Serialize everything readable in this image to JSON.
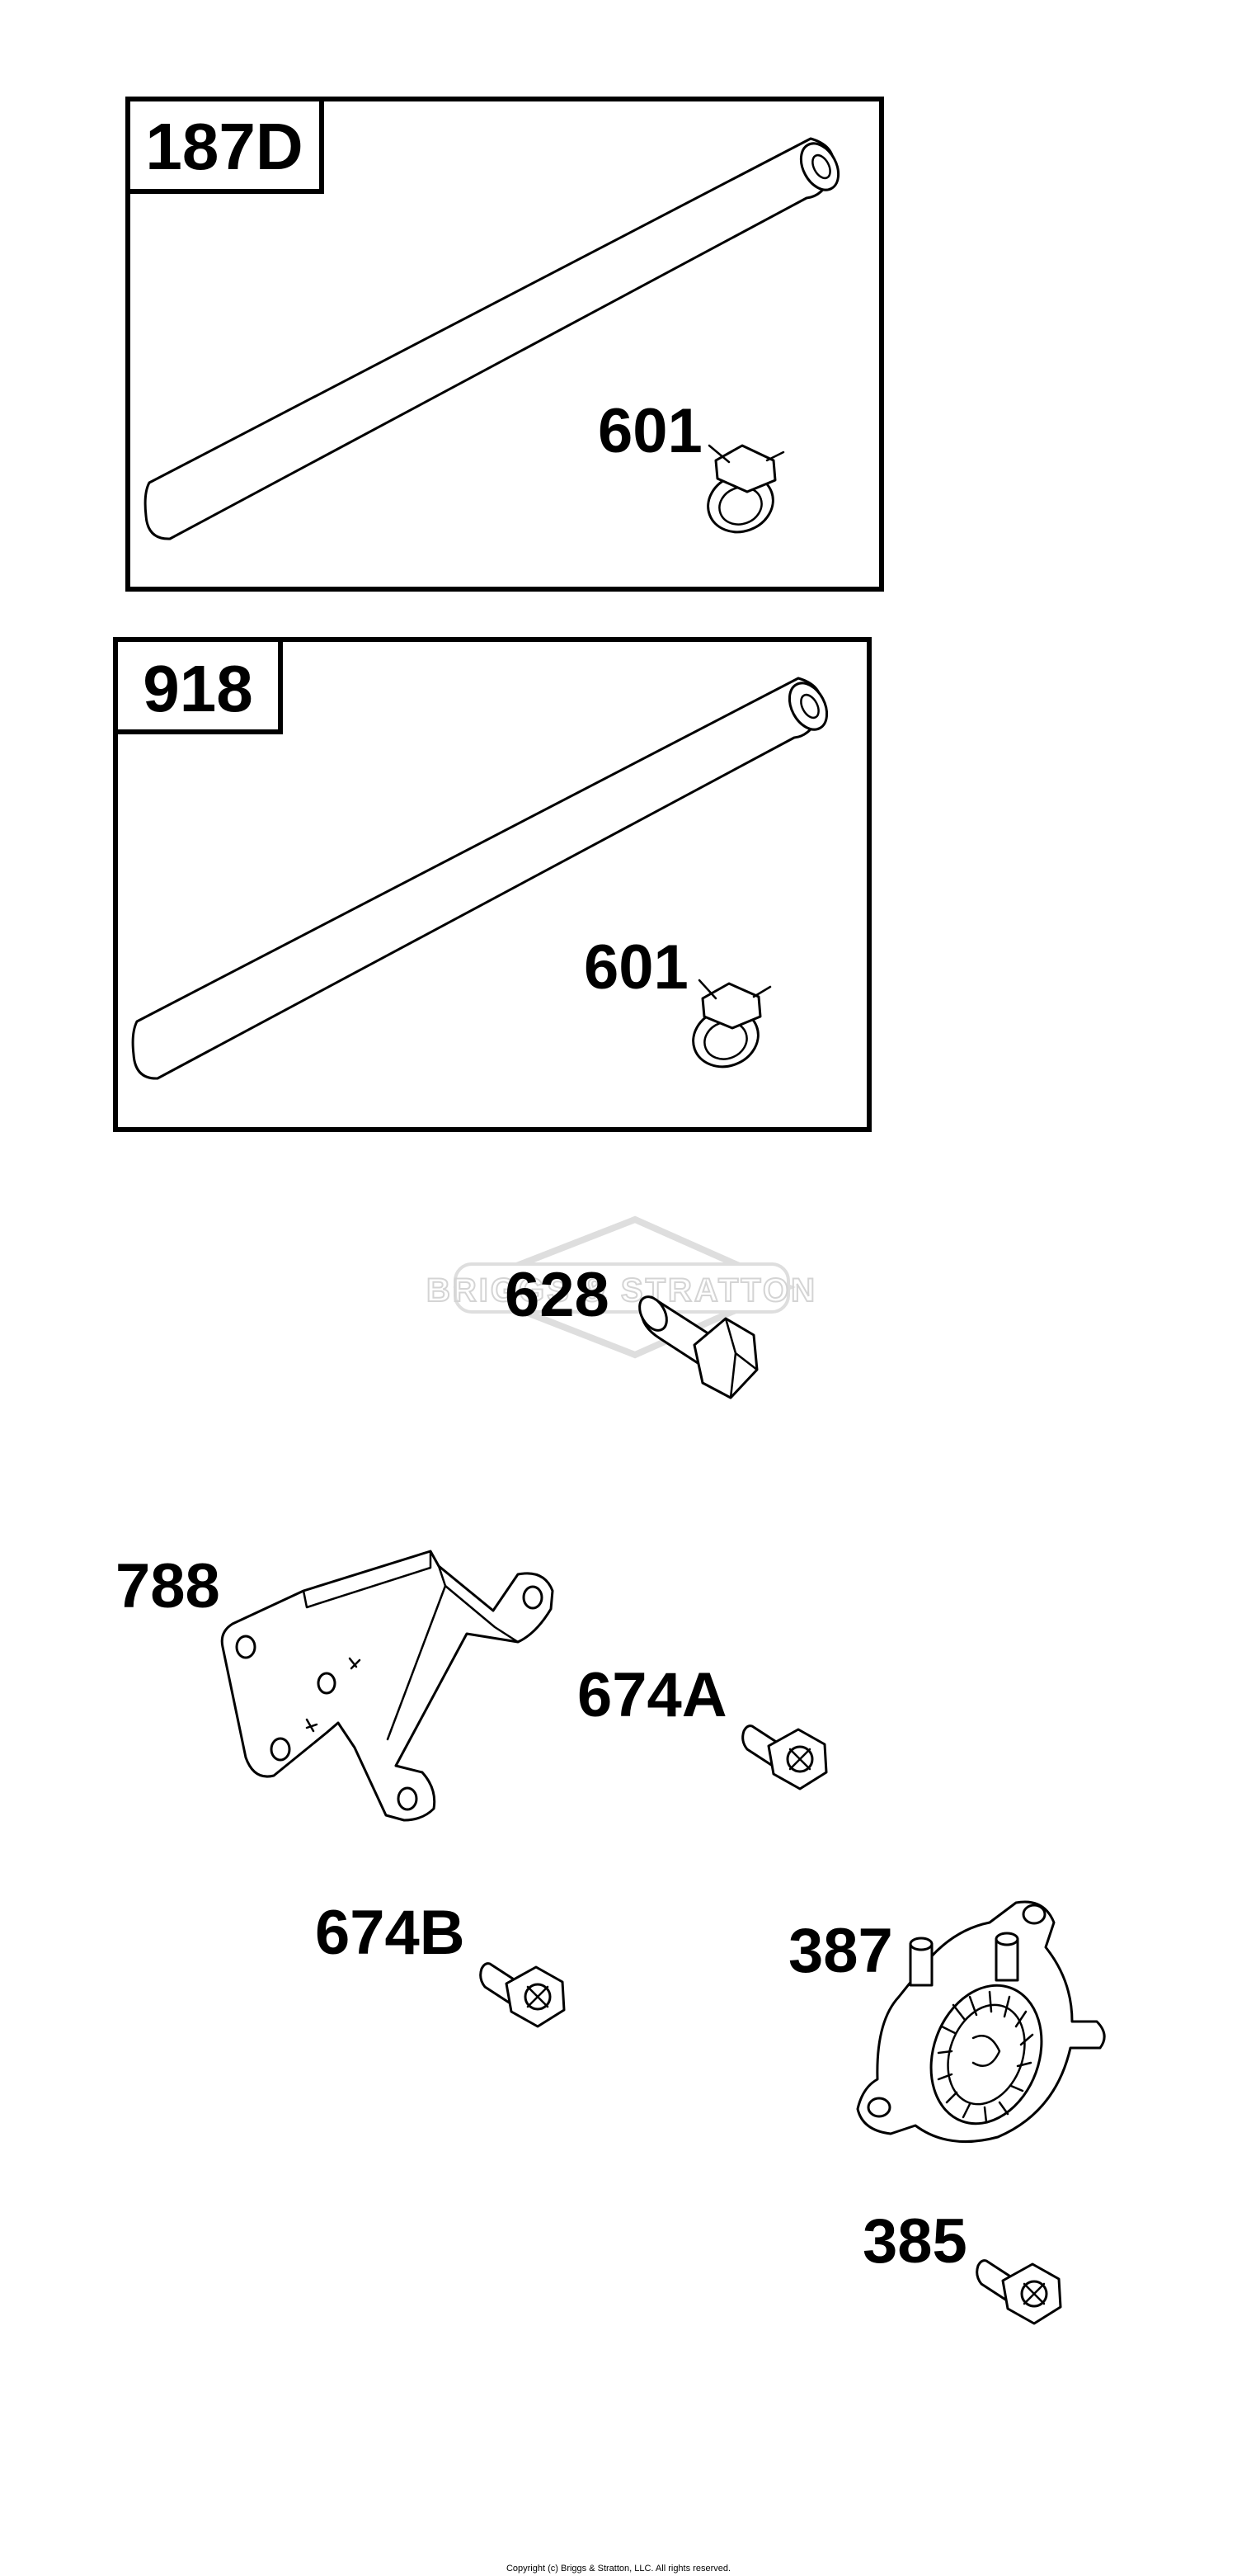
{
  "diagram": {
    "boxes": [
      {
        "id": "187D",
        "label": "187D",
        "callouts": [
          "601"
        ]
      },
      {
        "id": "918",
        "label": "918",
        "callouts": [
          "601"
        ]
      }
    ],
    "callouts": {
      "c628": "628",
      "c788": "788",
      "c674A": "674A",
      "c674B": "674B",
      "c387": "387",
      "c385": "385"
    },
    "watermark": "BRIGGS & STRATTON",
    "copyright": "Copyright (c) Briggs & Stratton, LLC. All rights reserved."
  },
  "colors": {
    "line": "#000000",
    "background": "#ffffff",
    "watermark": "#d4d4d4"
  }
}
